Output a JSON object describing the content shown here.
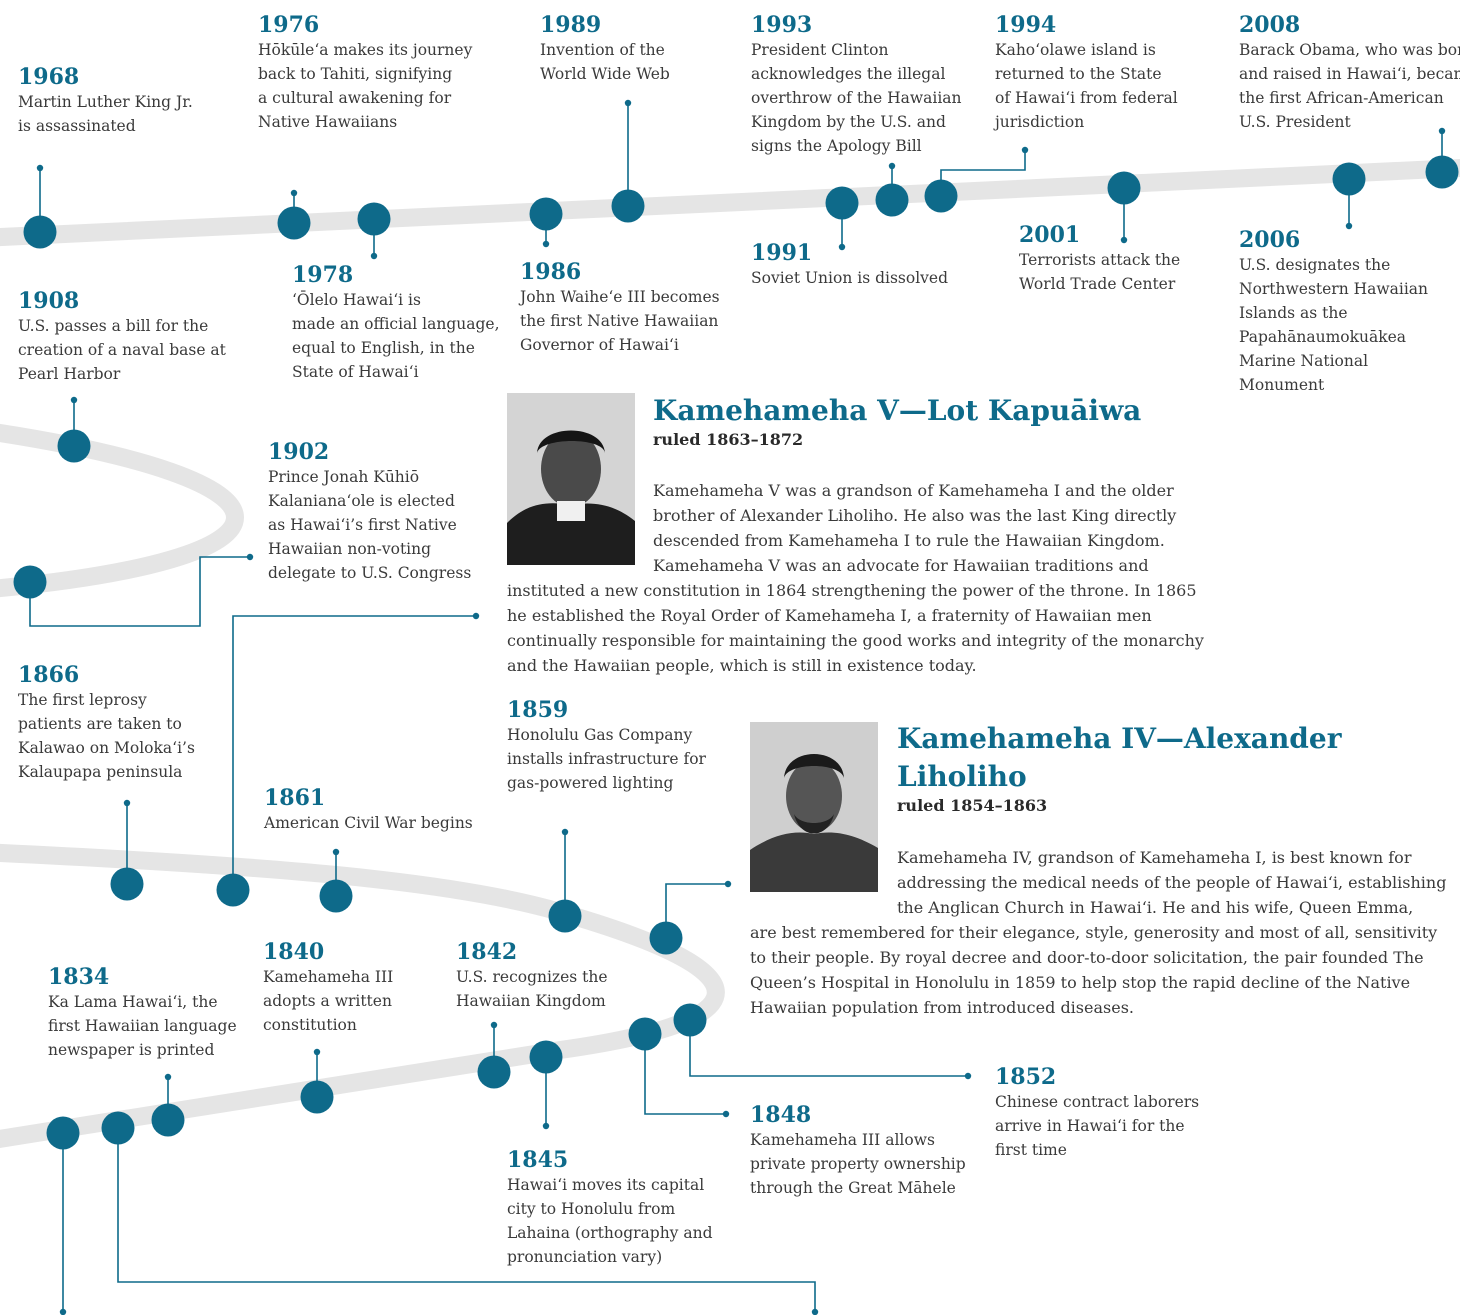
{
  "events": [
    {
      "id": "1968",
      "year": "1968",
      "text": "Martin Luther King Jr.\nis assassinated"
    },
    {
      "id": "1976",
      "year": "1976",
      "text": "Hōkūle‘a makes its journey\nback to Tahiti, signifying\na cultural awakening for\nNative Hawaiians"
    },
    {
      "id": "1989",
      "year": "1989",
      "text": "Invention of the\nWorld Wide Web"
    },
    {
      "id": "1993",
      "year": "1993",
      "text": "President Clinton\nacknowledges the illegal\noverthrow of the Hawaiian\nKingdom by the U.S. and\nsigns the Apology Bill"
    },
    {
      "id": "1994",
      "year": "1994",
      "text": "Kaho‘olawe island is\nreturned to the State\nof Hawai‘i from federal\njurisdiction"
    },
    {
      "id": "2008",
      "year": "2008",
      "text": "Barack Obama, who was born\nand raised in Hawai‘i, became\nthe first African-American\nU.S. President"
    },
    {
      "id": "1978",
      "year": "1978",
      "text": "‘Ōlelo Hawai‘i is\nmade an official language,\nequal to English, in the\nState of Hawai‘i"
    },
    {
      "id": "1986",
      "year": "1986",
      "text": " John Waihe‘e III becomes\nthe first Native Hawaiian\nGovernor of Hawai‘i"
    },
    {
      "id": "1991",
      "year": "1991",
      "text": "Soviet Union is dissolved"
    },
    {
      "id": "2001",
      "year": "2001",
      "text": "Terrorists attack the\nWorld  Trade Center"
    },
    {
      "id": "2006",
      "year": "2006",
      "text": "U.S. designates the\nNorthwestern Hawaiian\nIslands as the\nPapahānaumokuākea\nMarine National\nMonument"
    },
    {
      "id": "1908",
      "year": "1908",
      "text": "U.S. passes a bill for the\ncreation of a naval base at\nPearl Harbor"
    },
    {
      "id": "1902",
      "year": "1902",
      "text": "Prince Jonah Kūhiō\nKalaniana‘ole is elected\nas Hawai‘i’s first Native\nHawaiian non-voting\ndelegate to U.S. Congress"
    },
    {
      "id": "1866",
      "year": "1866",
      "text": "The first leprosy\npatients are taken to\nKalawao on Moloka‘i’s\nKalaupapa peninsula"
    },
    {
      "id": "1861",
      "year": "1861",
      "text": "American Civil War begins"
    },
    {
      "id": "1859",
      "year": "1859",
      "text": "Honolulu Gas Company\ninstalls infrastructure for\ngas-powered lighting"
    },
    {
      "id": "1840",
      "year": "1840",
      "text": "Kamehameha III\nadopts a written\nconstitution"
    },
    {
      "id": "1842",
      "year": "1842",
      "text": "U.S. recognizes the\nHawaiian Kingdom"
    },
    {
      "id": "1834",
      "year": "1834",
      "text": "Ka Lama Hawai‘i, the\nfirst Hawaiian language\nnewspaper is printed"
    },
    {
      "id": "1852",
      "year": "1852",
      "text": "Chinese contract laborers\narrive in Hawai‘i for the\nfirst time"
    },
    {
      "id": "1848",
      "year": "1848",
      "text": "Kamehameha III allows\nprivate property ownership\nthrough the Great Māhele"
    },
    {
      "id": "1845",
      "year": "1845",
      "text": " Hawai‘i moves its capital\ncity to Honolulu from\nLahaina (orthography and\npronunciation vary)"
    }
  ],
  "rulers": {
    "kamehameha_v": {
      "name": "Kamehameha V—Lot Kapuāiwa",
      "ruled": "ruled 1863–1872",
      "bio_lines": [
        "Kamehameha V was a grandson of Kamehameha I and the older",
        "brother of Alexander Liholiho. He also was the last King directly",
        "descended from Kamehameha I to rule the Hawaiian Kingdom.",
        "Kamehameha V was an advocate for Hawaiian traditions and",
        "instituted a new constitution in 1864 strengthening the power of the throne. In 1865",
        "he established the Royal Order of Kamehameha I, a fraternity of Hawaiian men",
        "continually responsible for maintaining the good works and integrity of the monarchy",
        "and the Hawaiian people, which is still in existence today."
      ]
    },
    "kamehameha_iv": {
      "name_1": "Kamehameha IV—Alexander",
      "name_2": "Liholiho",
      "ruled": "ruled 1854–1863",
      "bio_lines": [
        "Kamehameha IV, grandson of Kamehameha I, is best known for",
        "addressing the medical needs of the people of Hawai‘i, establishing",
        "the Anglican Church in Hawai‘i. He and his wife, Queen Emma,",
        "are best remembered for their elegance, style, generosity and most of all, sensitivity",
        "to their people. By royal decree and door-to-door solicitation, the pair founded The",
        "Queen’s Hospital in Honolulu in 1859 to help stop the rapid decline of the Native",
        "Hawaiian population from introduced diseases."
      ]
    }
  },
  "colors": {
    "accent": "#0e6a8a",
    "path": "#e5e5e5",
    "text": "#3a3a3a"
  }
}
